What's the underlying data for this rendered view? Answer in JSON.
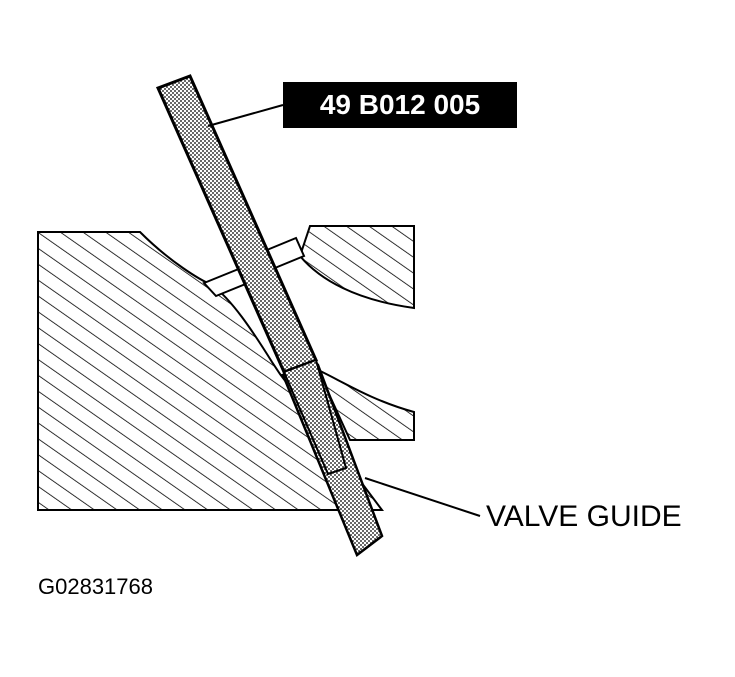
{
  "tool_label": "49 B012 005",
  "callout_label": "VALVE GUIDE",
  "figure_id": "G02831768",
  "colors": {
    "ink": "#000000",
    "paper": "#ffffff"
  }
}
